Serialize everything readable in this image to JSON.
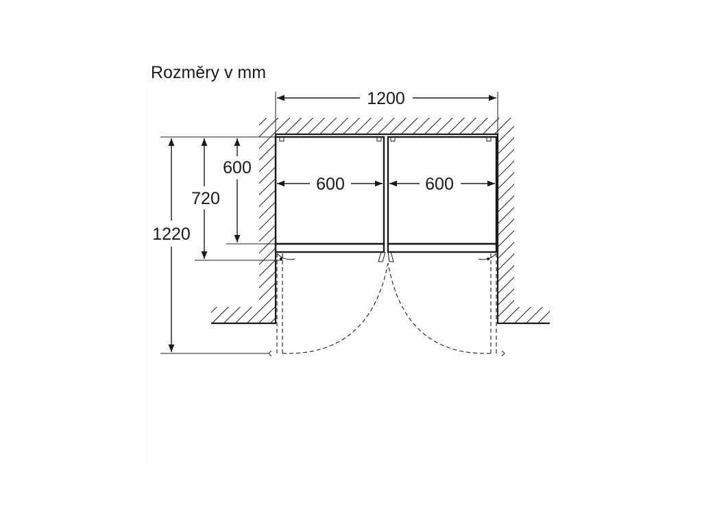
{
  "title": "Rozměry v mm",
  "dimensions": {
    "total_width": "1200",
    "left_door_width": "600",
    "right_door_width": "600",
    "depth_body": "600",
    "depth_with_doors": "720",
    "depth_doors_open": "1220"
  }
}
